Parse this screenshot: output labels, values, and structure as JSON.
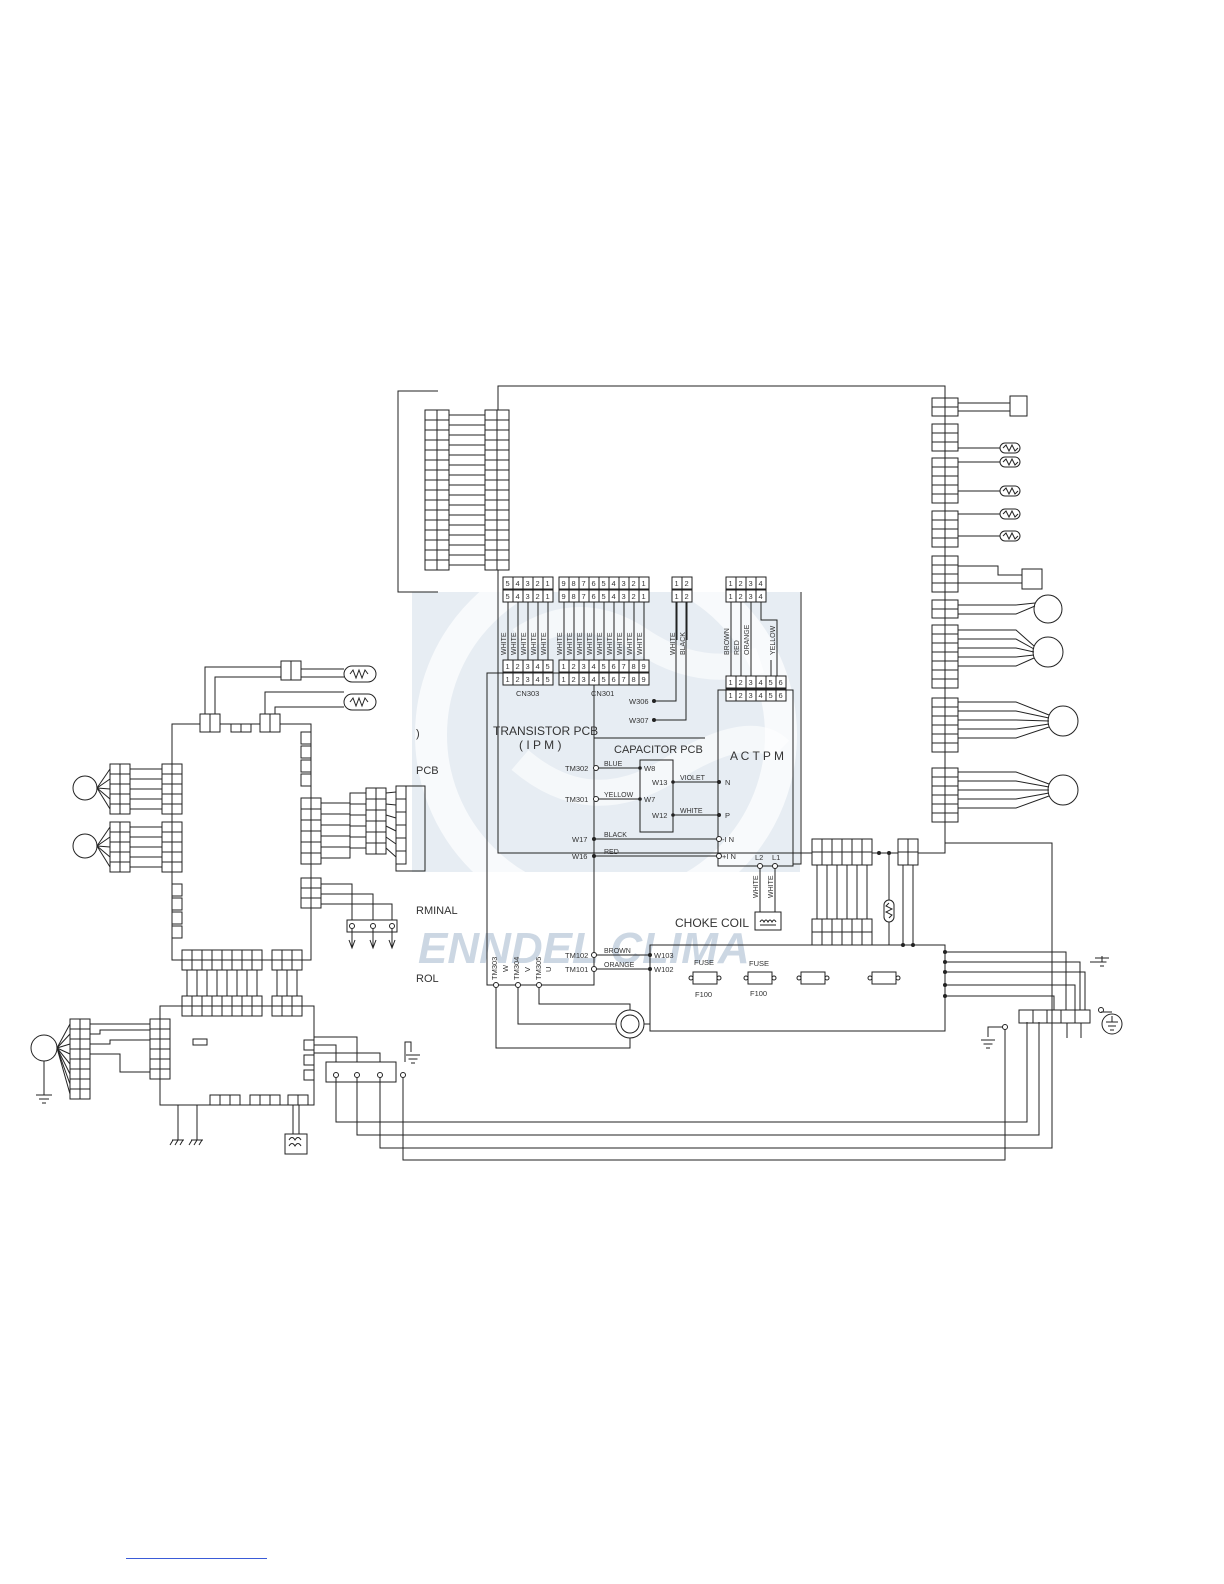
{
  "watermark": {
    "text": "ENNDEL CLIMA",
    "color": "#c7d3e0"
  },
  "labels": {
    "transistor_pcb": "TRANSISTOR PCB",
    "ipm": "( I P M )",
    "capacitor_pcb": "CAPACITOR PCB",
    "actpm": "A C T P M",
    "choke_coil": "CHOKE COIL",
    "pcb": "PCB",
    "paren": ")",
    "rminal": "RMINAL",
    "rol": "ROL",
    "cn303": "CN303",
    "cn301": "CN301",
    "w306": "W306",
    "w307": "W307",
    "tm302": "TM302",
    "tm301": "TM301",
    "w17": "W17",
    "w16": "W16",
    "w8": "W8",
    "w7": "W7",
    "w13": "W13",
    "w12": "W12",
    "n": "N",
    "p": "P",
    "minus_n": "-I N",
    "plus_n": "+I N",
    "l2": "L2",
    "l1": "L1",
    "tm102": "TM102",
    "tm101": "TM101",
    "w103": "W103",
    "w102": "W102",
    "fuse1": "FUSE",
    "fuse2": "FUSE",
    "f100a": "F100",
    "f100b": "F100",
    "tm303": "TM303",
    "tm304": "TM304",
    "tm305": "TM305",
    "w": "W",
    "v": "V",
    "u": "U"
  },
  "wire_colors": {
    "blue": "BLUE",
    "yellow": "YELLOW",
    "black": "BLACK",
    "red": "RED",
    "violet": "VIOLET",
    "white": "WHITE",
    "brown": "BROWN",
    "orange": "ORANGE"
  },
  "connectors": {
    "cn303_pins": [
      "1",
      "2",
      "3",
      "4",
      "5"
    ],
    "cn303_pins_rev": [
      "5",
      "4",
      "3",
      "2",
      "1"
    ],
    "cn301_pins": [
      "1",
      "2",
      "3",
      "4",
      "5",
      "6",
      "7",
      "8",
      "9"
    ],
    "cn301_pins_rev": [
      "9",
      "8",
      "7",
      "6",
      "5",
      "4",
      "3",
      "2",
      "1"
    ],
    "two_pin": [
      "1",
      "2"
    ],
    "four_pin": [
      "1",
      "2",
      "3",
      "4"
    ],
    "six_pin": [
      "1",
      "2",
      "3",
      "4",
      "5",
      "6"
    ]
  },
  "cn303_wires": [
    "WHITE",
    "WHITE",
    "WHITE",
    "WHITE",
    "WHITE"
  ],
  "cn301_wires": [
    "WHITE",
    "WHITE",
    "WHITE",
    "WHITE",
    "WHITE",
    "WHITE",
    "WHITE",
    "WHITE",
    "WHITE"
  ],
  "w_pair_wires": [
    "WHITE",
    "BLACK"
  ],
  "actpm_wires": [
    "BROWN",
    "RED",
    "ORANGE",
    "YELLOW"
  ],
  "choke_wires": [
    "WHITE",
    "WHITE"
  ]
}
